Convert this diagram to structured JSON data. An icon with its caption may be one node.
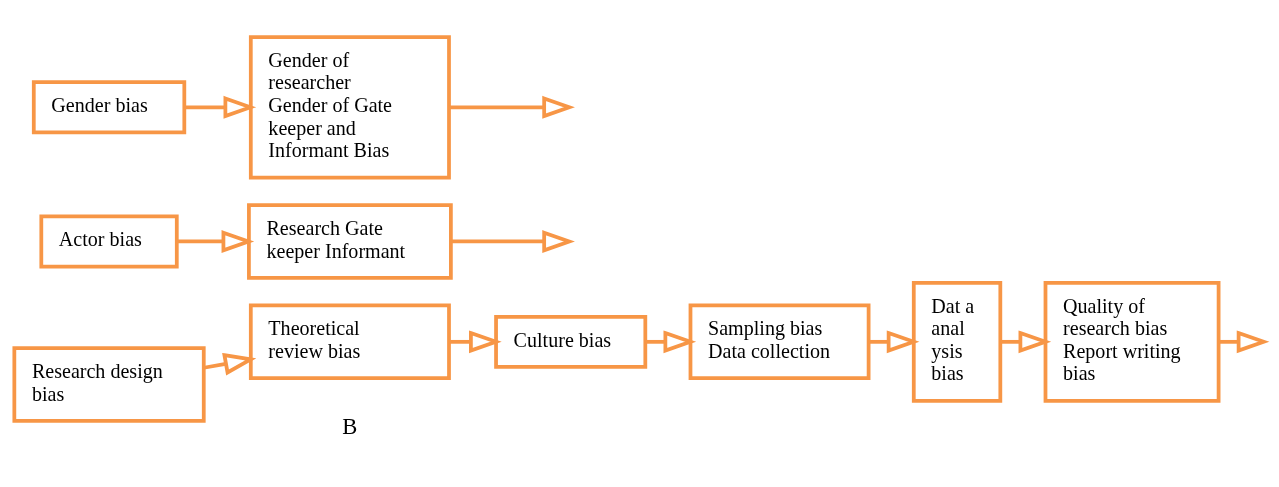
{
  "diagram": {
    "nodes": [
      {
        "text": [
          "Research design bias"
        ]
      },
      {
        "text": [
          "Theoretical review bias"
        ]
      },
      {
        "text": [
          "Culture bias"
        ]
      },
      {
        "text": [
          "Sampling bias Data collection"
        ]
      },
      {
        "text": [
          "Dat a anal ysis bias"
        ]
      },
      {
        "text": [
          "Quality of research bias Report writing bias"
        ]
      },
      {
        "text": [
          "Actor bias"
        ]
      },
      {
        "text": [
          "Research Gate keeper Informant"
        ]
      },
      {
        "text": [
          "Gender bias"
        ]
      },
      {
        "text": [
          "Gender of researcher Gender of Gate keeper and Informant Bias"
        ]
      }
    ],
    "edges": [
      {
        "from": 0,
        "to": 1,
        "arrow": "to"
      },
      {
        "from": 1,
        "to": 2,
        "arrow": "to"
      },
      {
        "from": 2,
        "to": 3,
        "arrow": "to"
      },
      {
        "from": 3,
        "to": 4,
        "arrow": "to"
      },
      {
        "from": 4,
        "to": 5,
        "arrow": "to"
      },
      {
        "from": 5,
        "to": null,
        "arrow": "to"
      },
      {
        "from": 6,
        "to": 7,
        "arrow": "to"
      },
      {
        "from": 7,
        "to": null,
        "arrow": "to"
      },
      {
        "from": 8,
        "to": 9,
        "arrow": "to"
      },
      {
        "from": 9,
        "to": null,
        "arrow": "to"
      }
    ],
    "labels": [
      "B"
    ]
  }
}
